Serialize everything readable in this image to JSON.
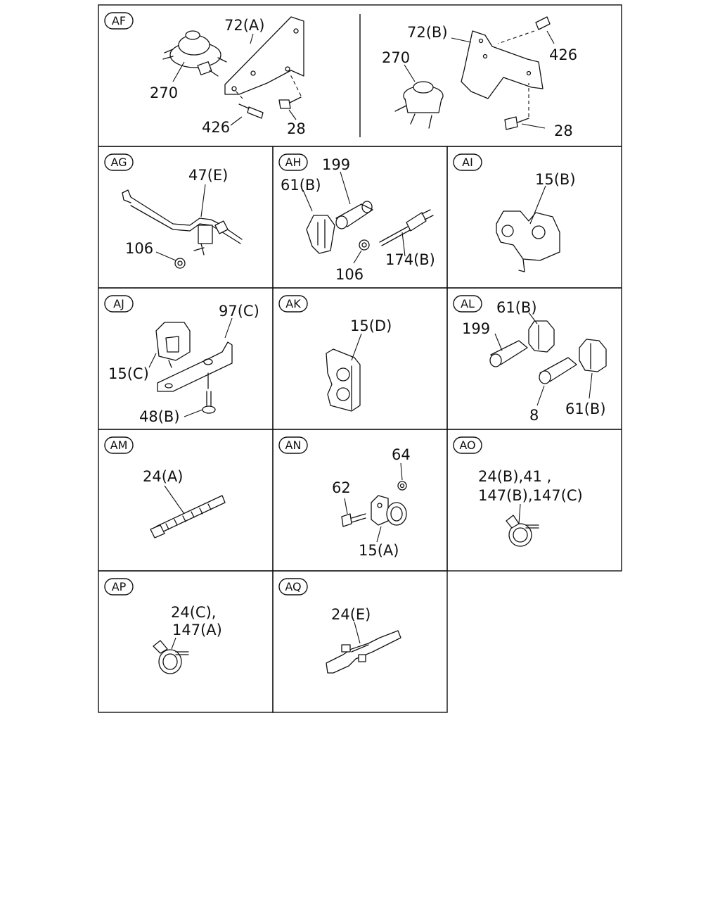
{
  "panels": {
    "af": {
      "tag": "AF",
      "left": {
        "bracket": "72(A)",
        "regulator": "270",
        "bolt_a": "426",
        "bolt_b": "28"
      },
      "right": {
        "bracket": "72(B)",
        "regulator": "270",
        "bolt_a": "426",
        "bolt_b": "28"
      }
    },
    "ag": {
      "tag": "AG",
      "pipe": "47(E)",
      "nut": "106"
    },
    "ah": {
      "tag": "AH",
      "clip": "61(B)",
      "hose": "199",
      "nut": "106",
      "bolt": "174(B)"
    },
    "ai": {
      "tag": "AI",
      "clip": "15(B)"
    },
    "aj": {
      "tag": "AJ",
      "bracket": "97(C)",
      "clip": "15(C)",
      "bolt": "48(B)"
    },
    "ak": {
      "tag": "AK",
      "clip": "15(D)"
    },
    "al": {
      "tag": "AL",
      "clip_top": "61(B)",
      "hose_top": "199",
      "hose_bottom": "8",
      "clip_bottom": "61(B)"
    },
    "am": {
      "tag": "AM",
      "tie": "24(A)"
    },
    "an": {
      "tag": "AN",
      "nut": "64",
      "bolt": "62",
      "clamp": "15(A)"
    },
    "ao": {
      "tag": "AO",
      "line1": "24(B),41 ,",
      "line2": "147(B),147(C)"
    },
    "ap": {
      "tag": "AP",
      "line1": "24(C),",
      "line2": "147(A)"
    },
    "aq": {
      "tag": "AQ",
      "clip": "24(E)"
    }
  }
}
